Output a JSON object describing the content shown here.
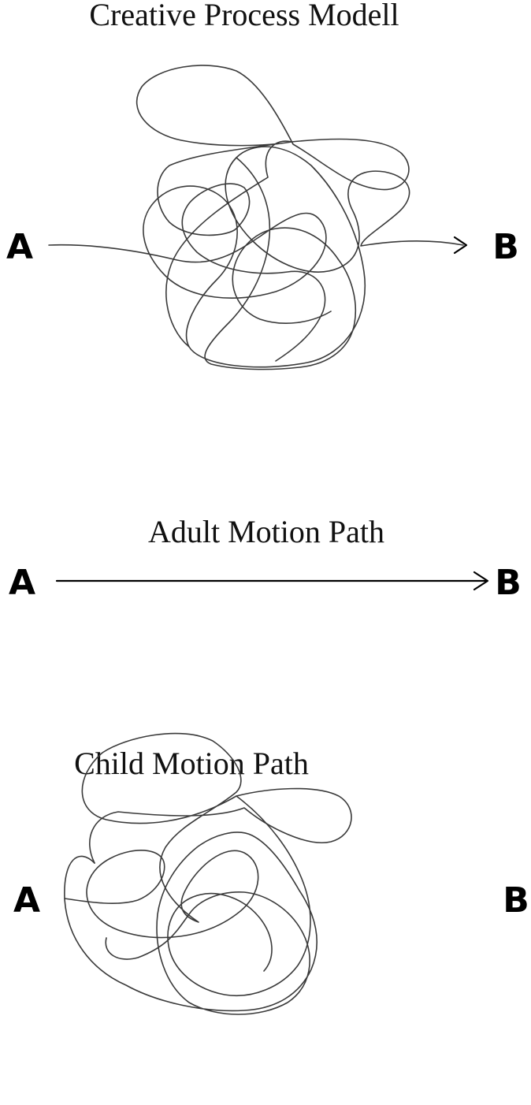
{
  "diagram": {
    "creative": {
      "title": "Creative Process Modell",
      "start_label": "A",
      "end_label": "B"
    },
    "adult": {
      "title": "Adult Motion Path",
      "start_label": "A",
      "end_label": "B"
    },
    "child": {
      "title": "Child Motion Path",
      "start_label": "A",
      "end_label": "B"
    },
    "colors": {
      "line": "#3a3a3a",
      "arrow": "#000000",
      "text": "#111111"
    }
  }
}
